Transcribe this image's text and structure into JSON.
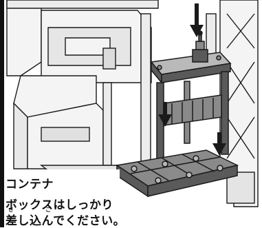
{
  "caption": {
    "line1": "コンテナ",
    "line2": "ボックスはしっかり",
    "line3": "差し込んでください。",
    "ruby_sa": "さ",
    "ruby_ko": "こ"
  },
  "colors": {
    "line": "#1a1a1a",
    "part_light": "#f4f4f4",
    "part_mid": "#d9d9d9",
    "container_dark": "#5a5a5a",
    "container_mid": "#8a8a8a",
    "container_light": "#b9b9b9",
    "arrow": "#1a1a1a"
  },
  "icons": [
    "down-arrow-icon",
    "down-arrow-icon",
    "down-arrow-icon"
  ]
}
